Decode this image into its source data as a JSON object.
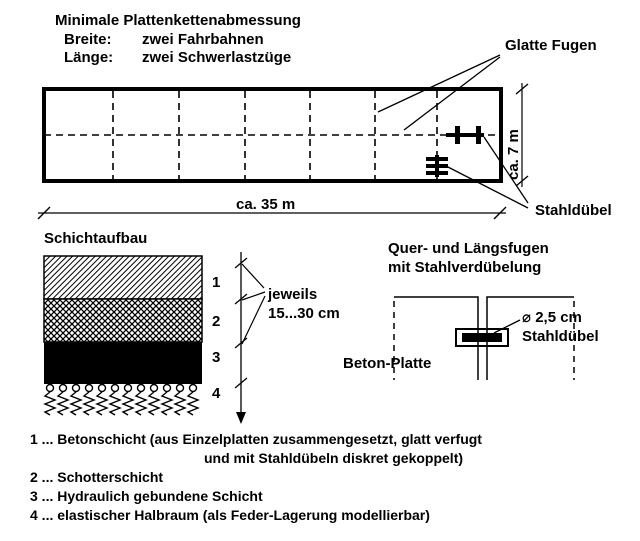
{
  "header": {
    "title": "Minimale Plattenkettenabmessung",
    "width_label": "Breite:",
    "width_value": "zwei Fahrbahnen",
    "length_label": "Länge:",
    "length_value": "zwei Schwerlastzüge"
  },
  "plan": {
    "smooth_joints_label": "Glatte Fugen",
    "width_dim": "ca. 7 m",
    "length_dim": "ca. 35 m",
    "dowel_label": "Stahldübel"
  },
  "layers": {
    "title": "Schichtaufbau",
    "numbers": [
      "1",
      "2",
      "3",
      "4"
    ],
    "thickness_line1": "jeweils",
    "thickness_line2": "15...30 cm"
  },
  "joint_detail": {
    "title_line1": "Quer- und Längsfugen",
    "title_line2": "mit Stahlverdübelung",
    "diameter": "⌀ 2,5 cm",
    "dowel": "Stahldübel",
    "slab": "Beton-Platte"
  },
  "legend": {
    "item1_a": "1 ... Betonschicht (aus Einzelplatten zusammengesetzt, glatt verfugt",
    "item1_b": "und mit Stahldübeln diskret gekoppelt)",
    "item2": "2 ... Schotterschicht",
    "item3": "3 ... Hydraulich gebundene Schicht",
    "item4": "4 ... elastischer Halbraum (als Feder-Lagerung modellierbar)"
  }
}
